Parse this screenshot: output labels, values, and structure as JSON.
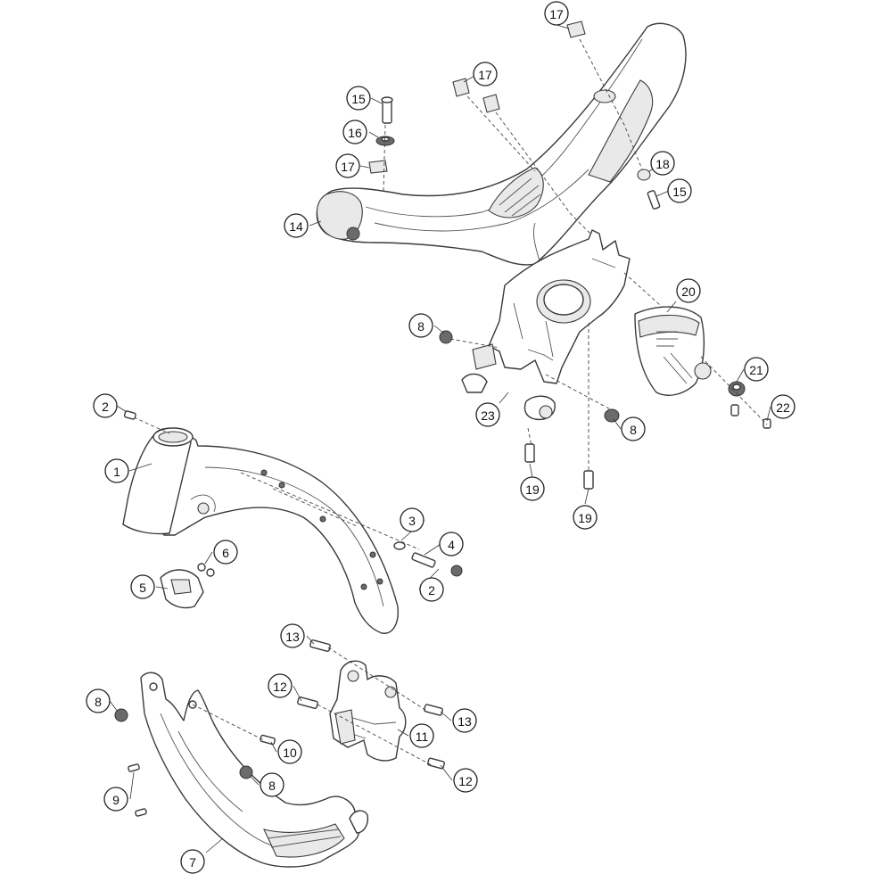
{
  "callouts": [
    {
      "label": "1"
    },
    {
      "label": "2"
    },
    {
      "label": "2"
    },
    {
      "label": "3"
    },
    {
      "label": "4"
    },
    {
      "label": "5"
    },
    {
      "label": "6"
    },
    {
      "label": "7"
    },
    {
      "label": "8"
    },
    {
      "label": "8"
    },
    {
      "label": "8"
    },
    {
      "label": "8"
    },
    {
      "label": "9"
    },
    {
      "label": "10"
    },
    {
      "label": "11"
    },
    {
      "label": "12"
    },
    {
      "label": "12"
    },
    {
      "label": "13"
    },
    {
      "label": "13"
    },
    {
      "label": "14"
    },
    {
      "label": "15"
    },
    {
      "label": "15"
    },
    {
      "label": "16"
    },
    {
      "label": "17"
    },
    {
      "label": "17"
    },
    {
      "label": "17"
    },
    {
      "label": "18"
    },
    {
      "label": "19"
    },
    {
      "label": "19"
    },
    {
      "label": "20"
    },
    {
      "label": "21"
    },
    {
      "label": "22"
    },
    {
      "label": "23"
    }
  ]
}
